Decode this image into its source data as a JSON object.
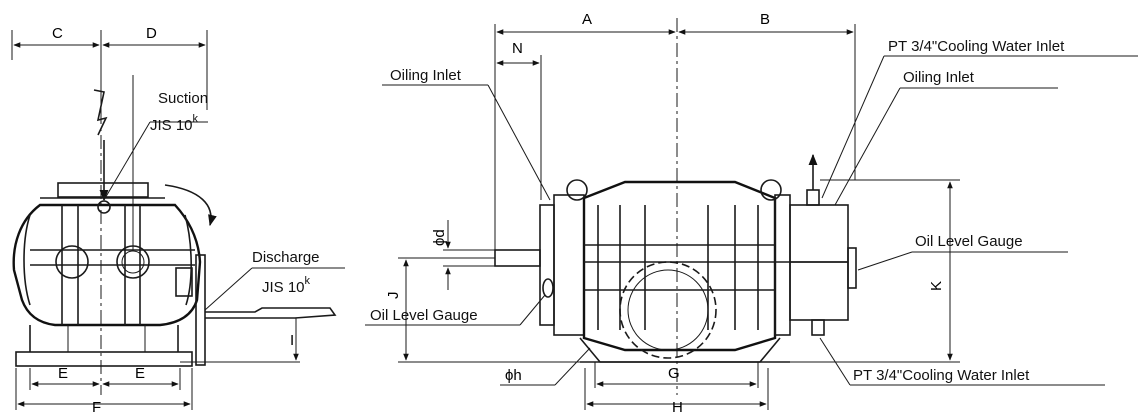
{
  "dimensions": {
    "A": "A",
    "B": "B",
    "C": "C",
    "D": "D",
    "E1": "E",
    "E2": "E",
    "F": "F",
    "G": "G",
    "H": "H",
    "I": "I",
    "J": "J",
    "K": "K",
    "N": "N",
    "phi_d": "ϕd",
    "phi_h": "ϕh"
  },
  "side_view": {
    "suction_label": "Suction",
    "suction_std": "JIS 10",
    "suction_sup": "k",
    "discharge_label": "Discharge",
    "discharge_std": "JIS 10",
    "discharge_sup": "k"
  },
  "front_view": {
    "oiling_inlet_left": "Oiling Inlet",
    "oiling_inlet_right": "Oiling Inlet",
    "cooling_inlet_top": "PT 3/4\"Cooling Water Inlet",
    "cooling_inlet_bottom": "PT 3/4\"Cooling Water Inlet",
    "oil_gauge_left": "Oil Level Gauge",
    "oil_gauge_right": "Oil Level Gauge"
  }
}
